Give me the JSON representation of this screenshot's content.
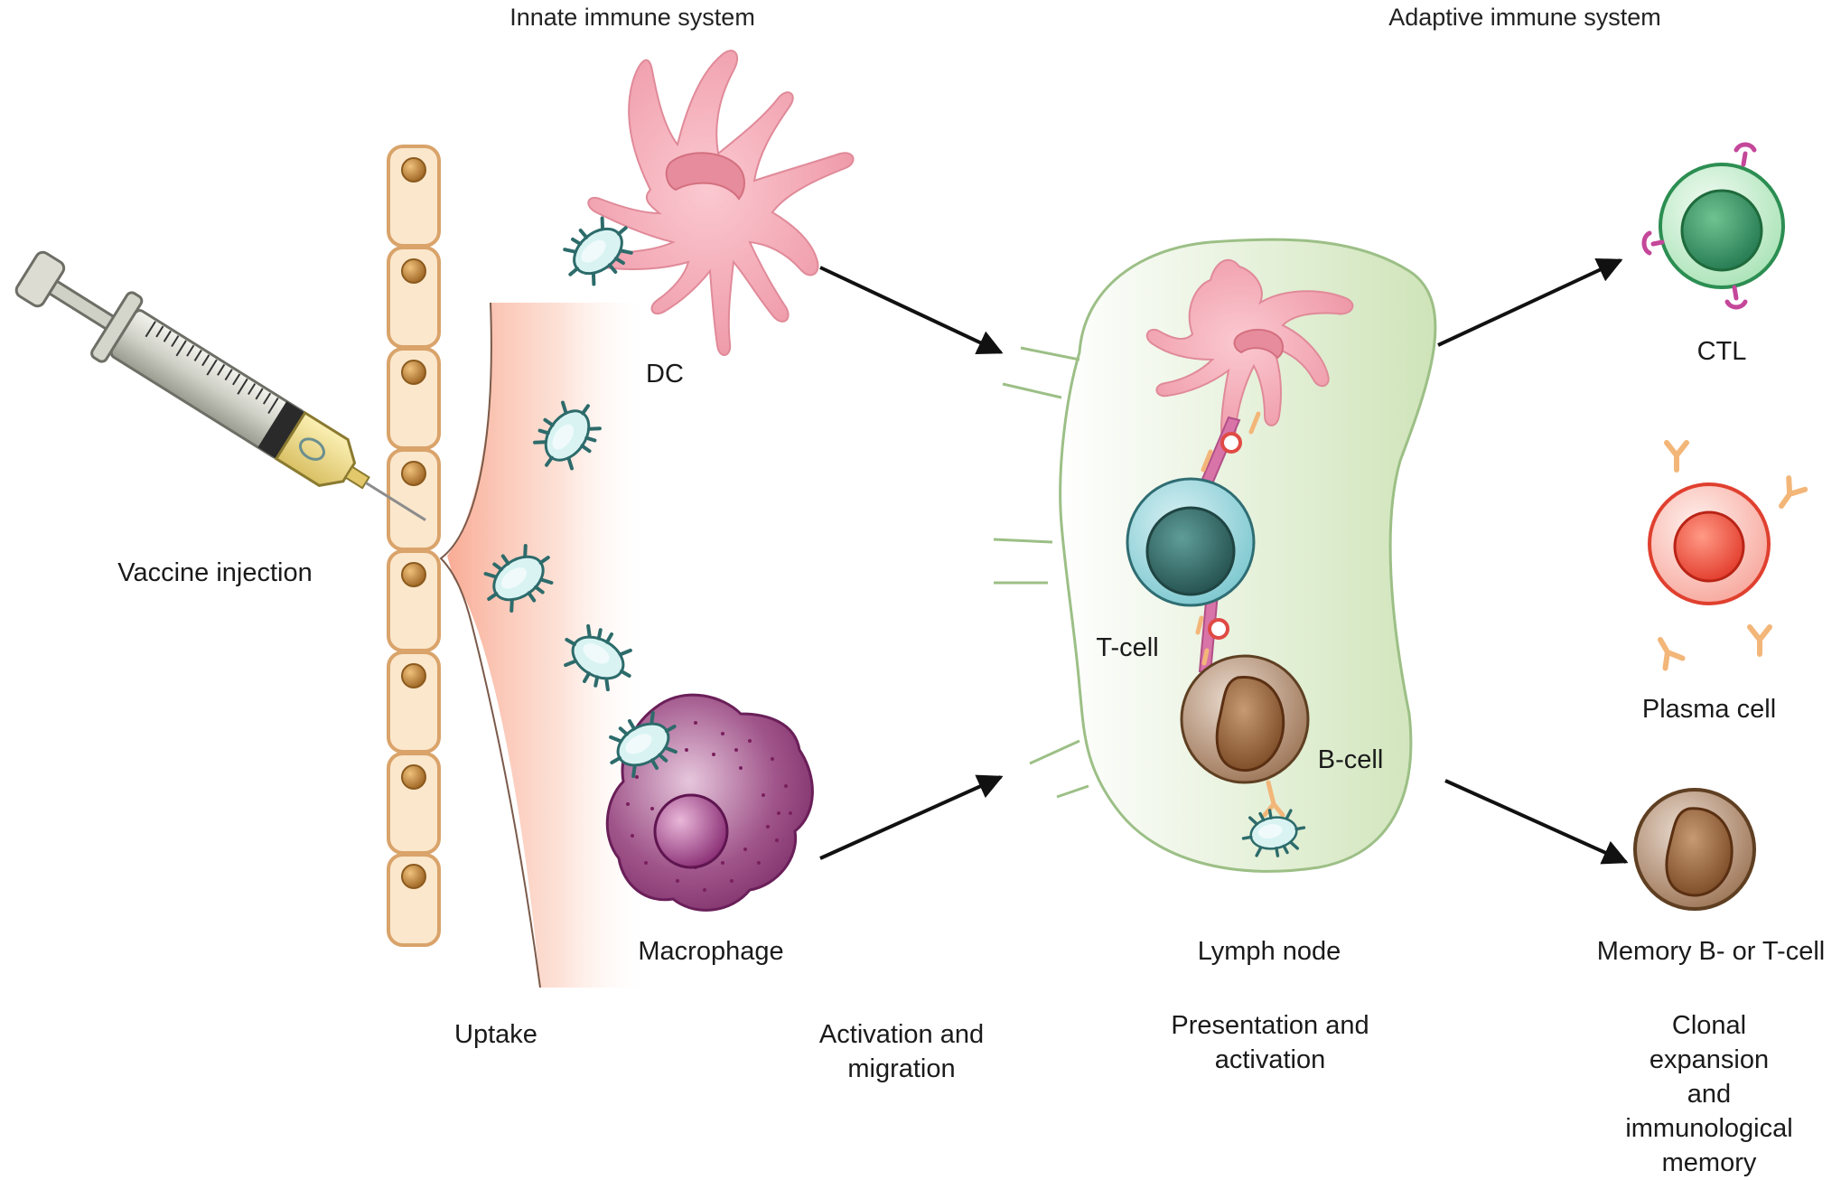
{
  "headers": {
    "innate": "Innate immune system",
    "adaptive": "Adaptive immune system"
  },
  "labels": {
    "vaccine": "Vaccine injection",
    "dc": "DC",
    "macrophage": "Macrophage",
    "t_cell": "T-cell",
    "b_cell": "B-cell",
    "ctl": "CTL",
    "plasma": "Plasma cell",
    "lymph_node": "Lymph node",
    "memory": "Memory B- or T-cell"
  },
  "stages": {
    "uptake": "Uptake",
    "activation": "Activation and\nmigration",
    "presentation": "Presentation and\nactivation",
    "clonal": "Clonal expansion\nand immunological\nmemory"
  },
  "colors": {
    "epithelium_fill": "#fbe7cc",
    "epithelium_stroke": "#d9a36a",
    "nucleus": "#c48b3a",
    "dendritic_cell": "#f2a7b3",
    "pathogen": "#d9f3f3",
    "pathogen_spikes": "#2d6b6b",
    "macrophage": "#8e3a78",
    "lymph_node": "#e3f0d5",
    "t_cell": "#7cc7cf",
    "b_cell": "#a0785a",
    "ctl": "#69c48a",
    "plasma_cell": "#f26455",
    "antibody": "#f3b679",
    "arrow": "#111111"
  }
}
